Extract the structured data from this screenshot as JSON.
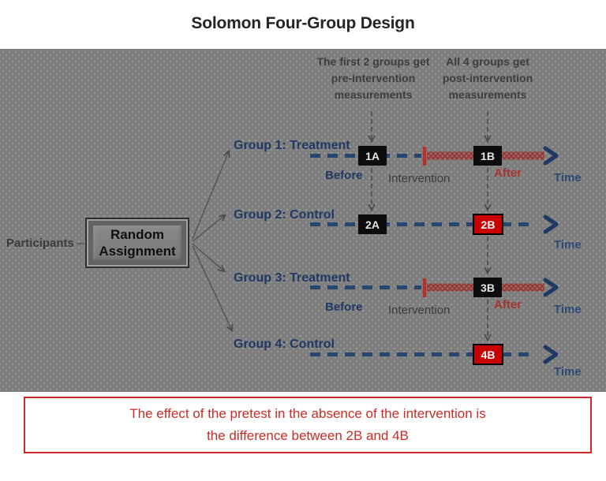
{
  "title": "Solomon Four-Group Design",
  "annotations": {
    "pretest": "The first 2 groups get\npre-intervention\nmeasurements",
    "posttest": "All 4 groups get\npost-intervention\nmeasurements"
  },
  "left_side": {
    "participants": "Participants",
    "random_assignment": "Random\nAssignment"
  },
  "groups": [
    {
      "label": "Group 1: Treatment",
      "pre_box": "1A",
      "post_box": "1B"
    },
    {
      "label": "Group 2: Control",
      "pre_box": "2A",
      "post_box": "2B"
    },
    {
      "label": "Group 3: Treatment",
      "post_box": "3B"
    },
    {
      "label": "Group 4: Control",
      "post_box": "4B"
    }
  ],
  "timeline_labels": {
    "before": "Before",
    "intervention": "Intervention",
    "after": "After",
    "time": "Time"
  },
  "note": "The effect of the pretest in the absence of the intervention is\nthe difference between 2B and 4B",
  "colors": {
    "panel_gray": "#7e7e7e",
    "navy": "#1f3864",
    "measurement_box_black": "#0d0d0d",
    "measurement_box_red": "#c80000",
    "intervention_red": "#9e302d",
    "after_label_red": "#a5352f",
    "note_red": "#cc2b24"
  }
}
